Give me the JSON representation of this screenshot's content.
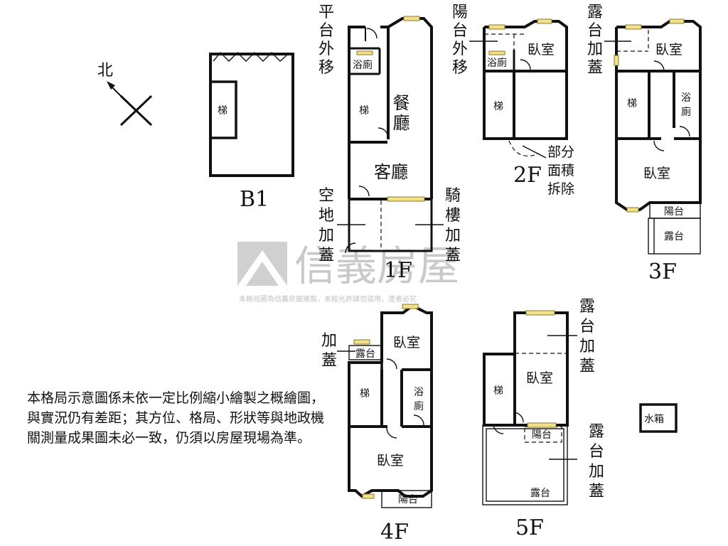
{
  "compass": {
    "north_label": "北"
  },
  "watermark": {
    "brand": "信義房屋",
    "notice": "本格局圖為信義房屋繪製，未經允許請勿盜用，違者必究"
  },
  "floors": {
    "b1": {
      "label": "B1",
      "stair": "梯"
    },
    "f1": {
      "label": "1F",
      "bath": "浴廁",
      "stair": "梯",
      "dining": "餐廳",
      "living": "客廳",
      "note_platform": [
        "平",
        "台",
        "外",
        "移"
      ],
      "note_yard": [
        "空",
        "地",
        "加",
        "蓋"
      ],
      "note_arcade": [
        "騎",
        "樓",
        "加",
        "蓋"
      ]
    },
    "f2": {
      "label": "2F",
      "bedroom": "臥室",
      "bath": "浴廁",
      "stair": "梯",
      "note_balcony": [
        "陽",
        "台",
        "外",
        "移"
      ],
      "note_demolish": [
        "部分",
        "面積",
        "拆除"
      ]
    },
    "f3": {
      "label": "3F",
      "bedroom_top": "臥室",
      "stair": "梯",
      "bath": [
        "浴",
        "廁"
      ],
      "bedroom_bottom": "臥室",
      "balcony": "陽台",
      "terrace": "露台",
      "note_terrace": [
        "露",
        "台",
        "加",
        "蓋"
      ]
    },
    "f4": {
      "label": "4F",
      "bedroom_top": "臥室",
      "terrace": "露台",
      "stair": "梯",
      "bath": [
        "浴",
        "廁"
      ],
      "bedroom_bottom": "臥室",
      "balcony": "陽台",
      "note_add": [
        "加",
        "蓋"
      ]
    },
    "f5": {
      "label": "5F",
      "stair": "梯",
      "bedroom": "臥室",
      "balcony": "陽台",
      "terrace": "露台",
      "water_tank": "水箱",
      "note_terrace_top": [
        "露",
        "台",
        "加",
        "蓋"
      ],
      "note_terrace_bottom": [
        "露",
        "台",
        "加",
        "蓋"
      ]
    }
  },
  "disclaimer": "本格局示意圖係未依一定比例縮小繪製之概繪圖，與實況仍有差距；其方位、格局、形狀等與地政機關測量成果圖未必一致，仍須以房屋現場為準。"
}
